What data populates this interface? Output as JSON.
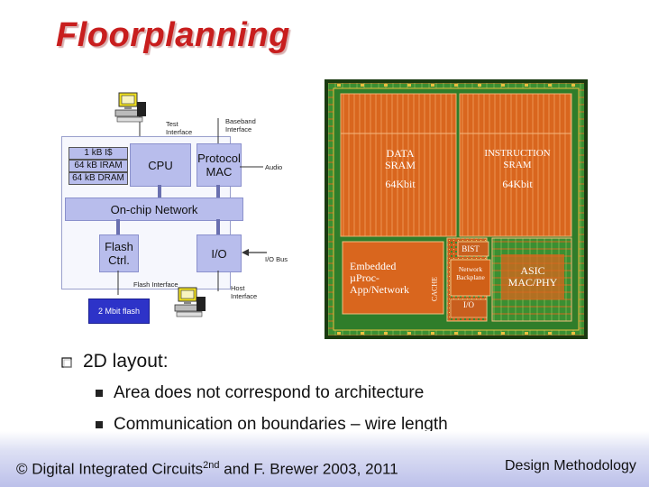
{
  "slide": {
    "title": "Floorplanning",
    "bullet": "2D layout:",
    "subbullets": [
      "Area does not correspond to architecture",
      "Communication on boundaries – wire length"
    ],
    "footer_left_pre": "© Digital Integrated Circuits",
    "footer_left_sup": "2nd",
    "footer_left_post": " and F. Brewer 2003, 2011",
    "footer_right": "Design Methodology"
  },
  "block_diagram": {
    "mem1": "1 kB I$",
    "mem2": "64 kB IRAM",
    "mem3": "64 kB DRAM",
    "cpu": "CPU",
    "protocol_mac": "Protocol\nMAC",
    "network": "On-chip Network",
    "flash_ctrl": "Flash\nCtrl.",
    "io": "I/O",
    "flash": "2 Mbit flash",
    "test_interface": "Test\nInterface",
    "baseband_interface": "Baseband\nInterface",
    "audio": "Audio",
    "io_bus": "I/O Bus",
    "flash_interface": "Flash Interface",
    "host_interface": "Host\nInterface"
  },
  "floorplan": {
    "data_sram": "DATA\nSRAM",
    "data_size": "64Kbit",
    "instr_sram": "INSTRUCTION\nSRAM",
    "instr_size": "64Kbit",
    "bist": "BIST",
    "embedded": "Embedded\nµProc-\nApp/Network",
    "network_backplane": "Network\nBackplane",
    "asic": "ASIC\nMAC/PHY",
    "io_pads": "I/O",
    "cache": "CACHE"
  },
  "colors": {
    "title": "#c81e1e",
    "block": "#b8bdec",
    "flash": "#2d33c8",
    "die_orange": "#d9661e",
    "die_green": "#2f8a30"
  }
}
